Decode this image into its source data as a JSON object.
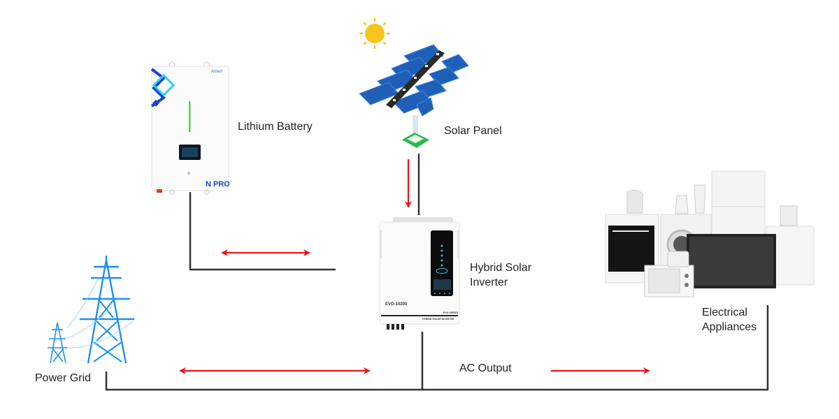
{
  "diagram": {
    "title": "Hybrid solar system wiring",
    "nodes": {
      "battery": {
        "label": "Lithium Battery",
        "brand_text": "N PRO",
        "logo_text": "Ameri"
      },
      "solar": {
        "label": "Solar Panel"
      },
      "inverter": {
        "label_line1": "Hybrid Solar",
        "label_line2": "Inverter",
        "model_text": "EVO-10200",
        "series_text": "EVO SERIES",
        "subtitle_text": "HYBRID SOLAR INVERTER"
      },
      "appliances": {
        "label_line1": "Electrical",
        "label_line2": "Appliances"
      },
      "grid": {
        "label": "Power Grid"
      },
      "ac_output": {
        "label": "AC Output"
      }
    },
    "flows": [
      {
        "from": "solar",
        "to": "inverter",
        "direction": "one-way"
      },
      {
        "from": "battery",
        "to": "inverter",
        "direction": "two-way"
      },
      {
        "from": "grid",
        "to": "inverter",
        "direction": "two-way"
      },
      {
        "from": "inverter",
        "to": "appliances",
        "direction": "one-way"
      }
    ],
    "colors": {
      "wire": "#333333",
      "arrow": "#e8141c",
      "tower": "#1e90e8",
      "panel": "#1f5fb8",
      "sun": "#f7c51b",
      "base": "#2db84d"
    }
  }
}
